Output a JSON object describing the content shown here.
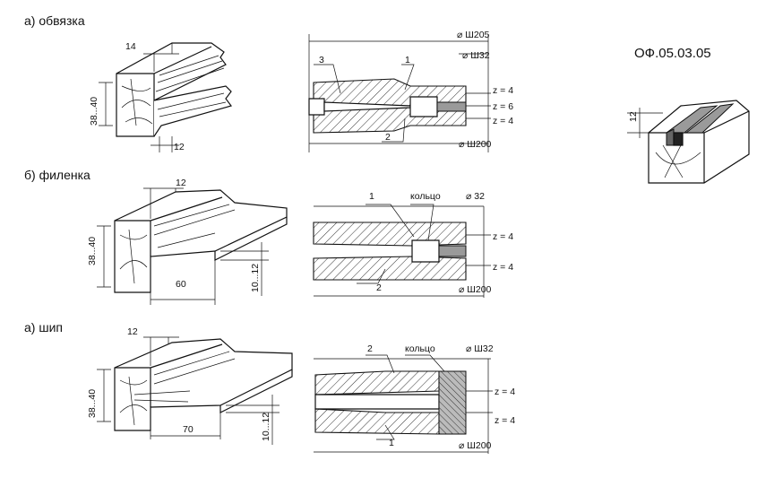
{
  "sections": {
    "a": {
      "title": "а) обвязка",
      "dims": {
        "width_top": "14",
        "height": "38...40",
        "width_bottom": "12"
      },
      "cutter": {
        "diameter_top": "⌀ Ш205",
        "diameter_bore": "⌀ Ш32",
        "diameter_bottom": "⌀ Ш200",
        "callouts": [
          "3",
          "1",
          "2"
        ],
        "z_values": [
          "z = 4",
          "z = 6",
          "z = 4"
        ]
      }
    },
    "b": {
      "title": "б) филенка",
      "dims": {
        "width_top": "12",
        "height": "38...40",
        "width_bottom": "60",
        "thickness": "10...12"
      },
      "cutter": {
        "diameter_bore": "⌀ 32",
        "diameter_bottom": "⌀ Ш200",
        "ring_label": "кольцо",
        "callouts": [
          "1",
          "2"
        ],
        "z_values": [
          "z = 4",
          "z = 4"
        ]
      }
    },
    "c": {
      "title": "а) шип",
      "dims": {
        "width_top": "12",
        "height": "38...40",
        "width_bottom": "70",
        "thickness": "10...12"
      },
      "cutter": {
        "diameter_bore": "⌀ Ш32",
        "diameter_bottom": "⌀ Ш200",
        "ring_label": "кольцо",
        "callouts": [
          "2",
          "1"
        ],
        "z_values": [
          "z = 4",
          "z = 4"
        ]
      }
    }
  },
  "product": {
    "code": "ОФ.05.03.05",
    "dim": "12"
  }
}
